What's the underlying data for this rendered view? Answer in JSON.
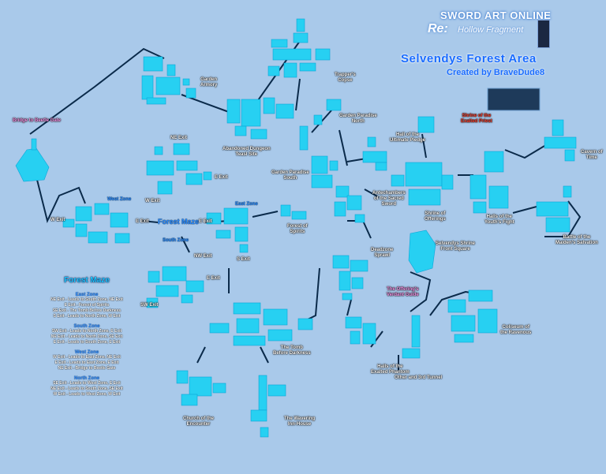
{
  "header": {
    "logo_line1": "SWORD ART ONLINE",
    "logo_line2": "Re:",
    "logo_line3": "Hollow Fragment",
    "title": "Selvendys Forest Area",
    "byline": "Created by BraveDude8"
  },
  "colors": {
    "background": "#a9c9ea",
    "room": "#27d0f2",
    "room_edge": "#0aa6d8",
    "path": "#0a2a4a"
  },
  "labels": {
    "garden_armory": "Garden\nArmory",
    "trappers_copse": "Trapper's\nCopse",
    "bridge_beetle_gate": "Bridge to Beetle Gate",
    "abandoned_dungeon": "Abandoned Dungeon\nTeasl Site",
    "garden_paradise_north": "Garden Paradise\nNorth",
    "garden_paradise_south": "Garden Paradise\nSouth",
    "shrine_exalted": "Shrine of the\nExalted Priest",
    "hall_ultimate": "Hall of the\nUltimate Pledge",
    "cavern_time": "Cavern of\nTime",
    "ne_exit_top": "NE Exit",
    "e_exit_top": "E Exit",
    "w_exit_top": "W Exit",
    "west_zone": "West Zone",
    "w_exit_left": "W Exit",
    "e_exit_west": "E Exit",
    "forest_maze": "Forest Maze",
    "e_exit_maze": "E Exit",
    "east_zone": "East Zone",
    "forest_spirits": "Forest of\nSpirits",
    "antechambers": "Antechambers\nof the Sacred\nSword",
    "shrine_offerings": "Shrine of\nOfferings",
    "halls_youths": "Halls of the\nYouth's Fight",
    "battle_maidens": "Battle of the\nMaiden's Salvation",
    "south_zone": "South Zone",
    "s_exit_east": "S Exit",
    "nw_exit_south": "NW Exit",
    "e_exit_south": "E Exit",
    "sw_exit_south": "SW Exit",
    "selvendys_shrine": "Selvendys Shrine\nFront Square",
    "deadzone_sprawl": "Deadzone\nSprawl",
    "offering_verdant": "The Offering's\nVerdant Guide",
    "tomb_darkness": "The Tomb\nBefore Darkness",
    "halls_exalted": "Halls of the\nExalted Phantom",
    "other_tunnel": "Other and 3rd Tunnel",
    "coliseum_ravenous": "Coliseum of\nthe Ravenous",
    "church_encounter": "Church of the\nEncounter",
    "wavering_inn": "The Wavering\nInn-House"
  },
  "legend": {
    "title": "Forest Maze",
    "zones": [
      {
        "name": "East Zone",
        "lines": [
          "NE Exit - Leads to South Zone, NE Exit",
          "E Exit - Forest of Spirits",
          "SE Exit - The Tomb Before Darkness",
          "S Exit - Leads to North Zone, W Exit"
        ]
      },
      {
        "name": "South Zone",
        "lines": [
          "SW Exit - Leads to North Zone, E Exit",
          "NE Exit - Leads to North Zone, SE Exit",
          "E Exit - Leads to South Zone, E Exit"
        ]
      },
      {
        "name": "West Zone",
        "lines": [
          "W Exit - Leads to East Zone, NE Exit",
          "E Exit - Leads to East Zone, E Exit",
          "NE Exit - Bridge to Beetle Gate"
        ]
      },
      {
        "name": "North Zone",
        "lines": [
          "SE Exit - Leads to West Zone, E Exit",
          "NE Exit - Leads to South Zone, SE Exit",
          "W Exit - Leads to West Zone, W Exit"
        ]
      }
    ]
  }
}
